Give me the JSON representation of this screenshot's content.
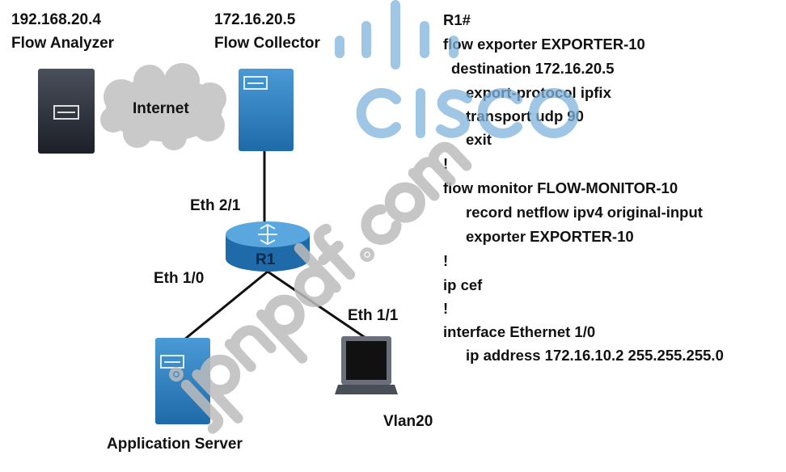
{
  "nodes": {
    "analyzer": {
      "ip": "192.168.20.4",
      "name": "Flow Analyzer"
    },
    "collector": {
      "ip": "172.16.20.5",
      "name": "Flow Collector"
    },
    "internet": {
      "name": "Internet"
    },
    "router": {
      "name": "R1"
    },
    "app_server": {
      "name": "Application Server"
    },
    "laptop": {
      "name": "Vlan20"
    }
  },
  "interfaces": {
    "eth21": "Eth 2/1",
    "eth10": "Eth 1/0",
    "eth11": "Eth 1/1"
  },
  "config": [
    "R1#",
    "flow exporter EXPORTER-10",
    "destination 172.16.20.5",
    "export-protocol ipfix",
    "transport udp 90",
    "exit",
    "!",
    "flow monitor FLOW-MONITOR-10",
    "record netflow ipv4 original-input",
    "exporter EXPORTER-10",
    "!",
    "ip cef",
    "!",
    "interface Ethernet 1/0",
    "ip address 172.16.10.2 255.255.255.0"
  ],
  "watermarks": {
    "logo": "CISCO",
    "site": "jpnpdf.com"
  },
  "colors": {
    "server_blue": "#2f7fc1",
    "server_dark": "#2b2f3a",
    "cloud": "#c8c8c8",
    "watermark_blue": "#7fb3dc",
    "watermark_gray": "#bdbdbd"
  }
}
